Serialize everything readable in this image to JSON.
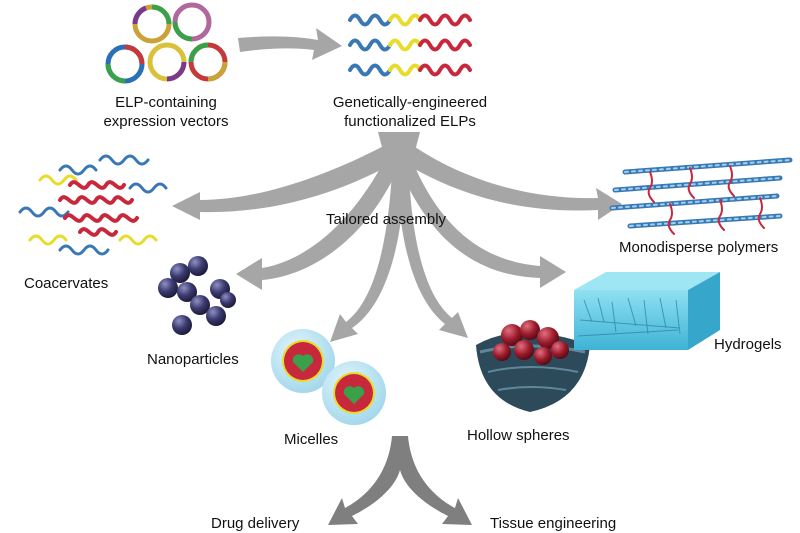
{
  "labels": {
    "vectors_line1": "ELP-containing",
    "vectors_line2": "expression vectors",
    "elps_line1": "Genetically-engineered",
    "elps_line2": "functionalized ELPs",
    "tailored": "Tailored assembly",
    "coacervates": "Coacervates",
    "monodisperse": "Monodisperse polymers",
    "nanoparticles": "Nanoparticles",
    "hydrogels": "Hydrogels",
    "micelles": "Micelles",
    "hollow": "Hollow spheres",
    "drug": "Drug delivery",
    "tissue": "Tissue engineering"
  },
  "colors": {
    "arrow": "#a6a6a6",
    "arrow_dark": "#7f7f7f",
    "elp_blue": "#3a78b5",
    "elp_yellow": "#e8dc2a",
    "elp_red": "#c8283c",
    "particle": "#3b3a6e",
    "micelle_shell": "#a9dcef",
    "hydrogel": "#5fc6e2",
    "sphere_red": "#9c1b2c",
    "basket": "#2c4a5a"
  }
}
